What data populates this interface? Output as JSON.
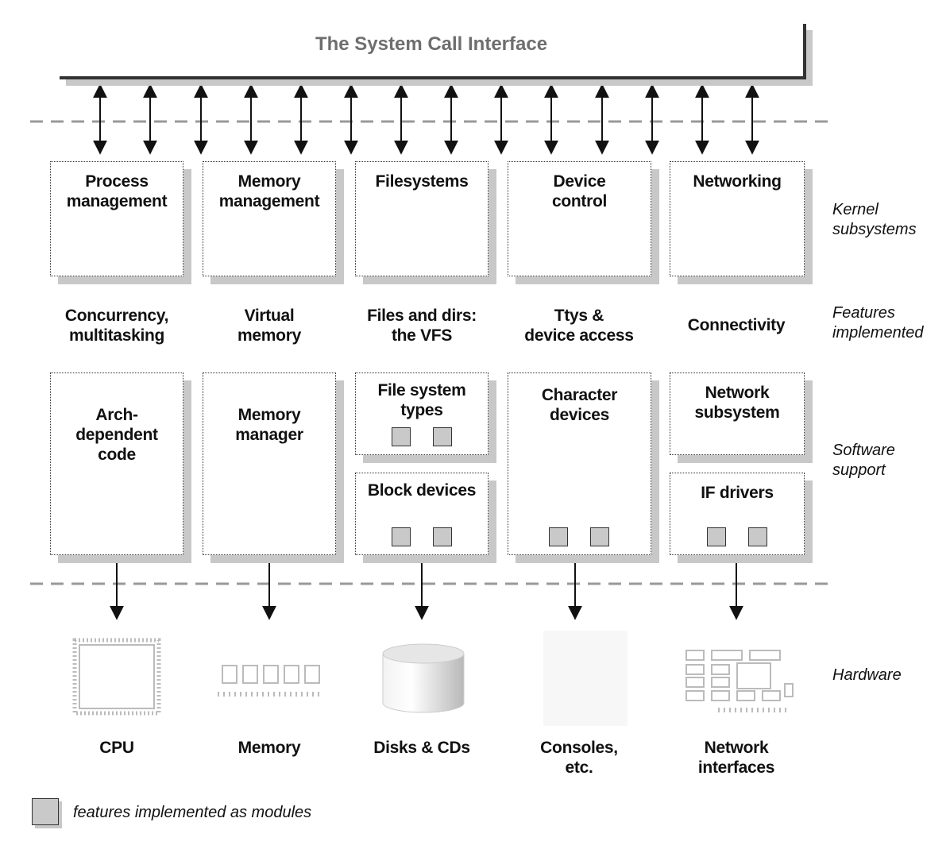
{
  "syscall_interface": "The System Call Interface",
  "side_labels": {
    "kernel": [
      "Kernel",
      "subsystems"
    ],
    "features": [
      "Features",
      "implemented"
    ],
    "software": [
      "Software",
      "support"
    ],
    "hardware": "Hardware"
  },
  "subsystems": [
    {
      "line1": "Process",
      "line2": "management"
    },
    {
      "line1": "Memory",
      "line2": "management"
    },
    {
      "line1": "Filesystems",
      "line2": ""
    },
    {
      "line1": "Device",
      "line2": "control"
    },
    {
      "line1": "Networking",
      "line2": ""
    }
  ],
  "features": [
    {
      "line1": "Concurrency,",
      "line2": "multitasking"
    },
    {
      "line1": "Virtual",
      "line2": "memory"
    },
    {
      "line1": "Files and dirs:",
      "line2": "the VFS"
    },
    {
      "line1": "Ttys &",
      "line2": "device access"
    },
    {
      "line1": "Connectivity",
      "line2": ""
    }
  ],
  "software": {
    "arch": [
      "Arch-",
      "dependent",
      "code"
    ],
    "memory_manager": [
      "Memory",
      "manager"
    ],
    "fs_types": [
      "File system",
      "types"
    ],
    "block_devices": "Block devices",
    "char_devices": [
      "Character",
      "devices"
    ],
    "net_subsystem": [
      "Network",
      "subsystem"
    ],
    "if_drivers": "IF drivers"
  },
  "hardware": {
    "cpu": "CPU",
    "memory": "Memory",
    "disks": "Disks & CDs",
    "consoles": [
      "Consoles,",
      "etc."
    ],
    "network": [
      "Network",
      "interfaces"
    ]
  },
  "legend": "features implemented as modules",
  "colors": {
    "module_fill": "#c9c9c9",
    "shadow": "#c8c8c8",
    "title_gray": "#6e6e6e"
  }
}
